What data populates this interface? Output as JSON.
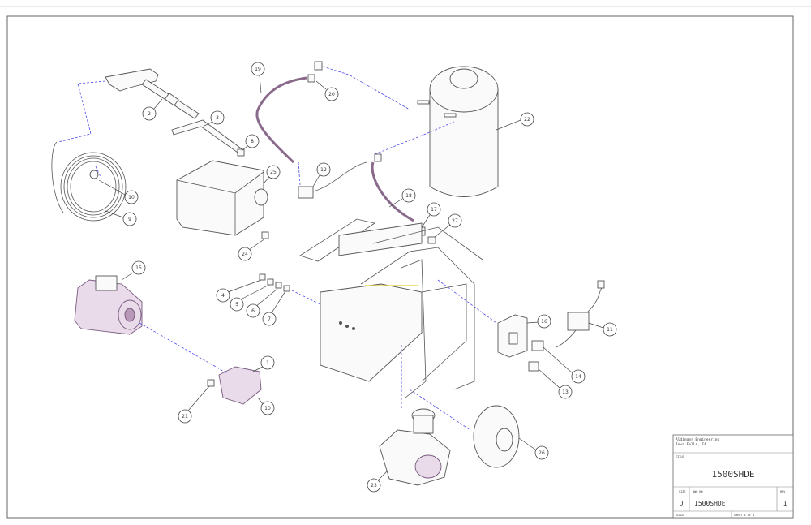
{
  "callouts": [
    {
      "label": "2"
    },
    {
      "label": "3"
    },
    {
      "label": "8"
    },
    {
      "label": "19"
    },
    {
      "label": "20"
    },
    {
      "label": "22"
    },
    {
      "label": "10"
    },
    {
      "label": "9"
    },
    {
      "label": "25"
    },
    {
      "label": "12"
    },
    {
      "label": "18"
    },
    {
      "label": "17"
    },
    {
      "label": "27"
    },
    {
      "label": "24"
    },
    {
      "label": "15"
    },
    {
      "label": "4"
    },
    {
      "label": "5"
    },
    {
      "label": "6"
    },
    {
      "label": "7"
    },
    {
      "label": "16"
    },
    {
      "label": "11"
    },
    {
      "label": "14"
    },
    {
      "label": "13"
    },
    {
      "label": "1"
    },
    {
      "label": "10"
    },
    {
      "label": "21"
    },
    {
      "label": "26"
    },
    {
      "label": "23"
    }
  ],
  "title_block": {
    "company_line1": "Aldinger Engineering",
    "company_line2": "Iowa Falls, IA",
    "title_label": "TITLE",
    "title": "1500SHDE",
    "size_label": "SIZE",
    "size_value": "D",
    "dwg_label": "DWG NO",
    "dwg_value": "1500SHDE",
    "rev_label": "REV",
    "rev_value": "1",
    "scale_label": "SCALE",
    "sheet_label": "SHEET 1 OF 1"
  }
}
